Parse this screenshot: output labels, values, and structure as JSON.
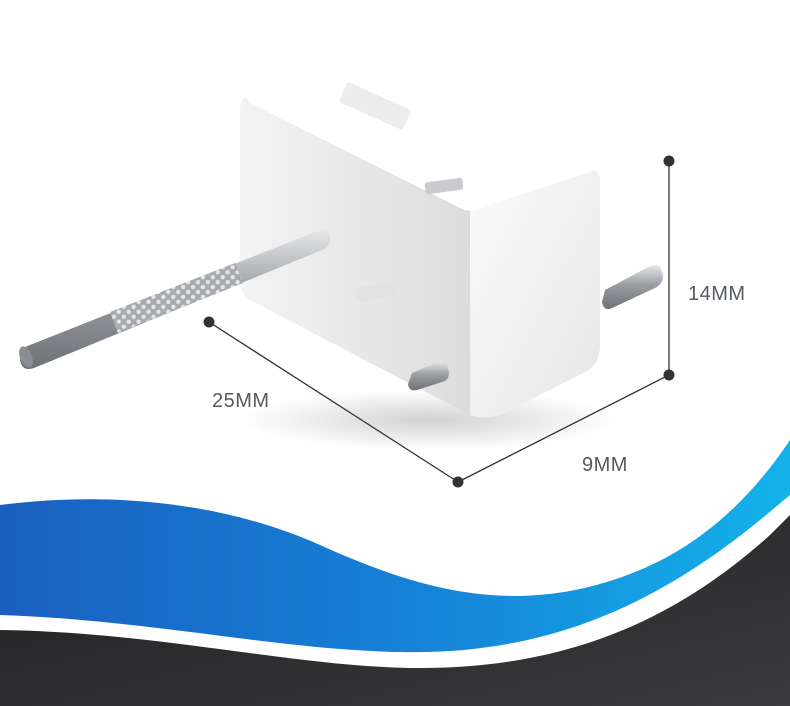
{
  "dimensions": {
    "height": "14MM",
    "length": "25MM",
    "width": "9MM"
  },
  "colors": {
    "background": "#ffffff",
    "wave_blue_light": "#12a9e6",
    "wave_blue_dark": "#1a5fc0",
    "wave_dark": "#2b2b2d",
    "dimension_line": "#333333",
    "component_body": "#f2f2f2",
    "metal_shaft": "#b9bcc0"
  },
  "objects": {
    "component": "plastic-gearbox-housing",
    "shaft_knurled": "knurled-steel-shaft",
    "shaft_short": "steel-pin"
  }
}
